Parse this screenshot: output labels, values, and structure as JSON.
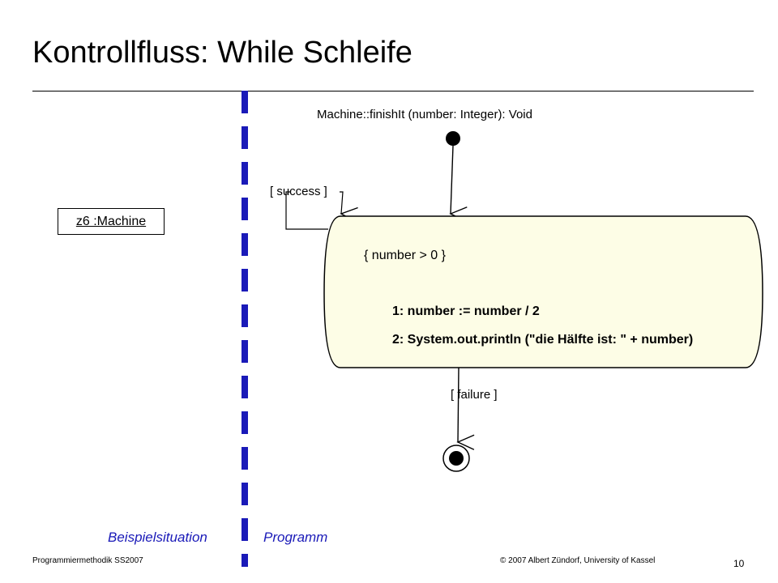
{
  "slide": {
    "title": "Kontrollfluss: While Schleife",
    "object_label": "z6 :Machine",
    "left_section": "Beispielsituation",
    "right_section": "Programm",
    "footer_left": "Programmiermethodik SS2007",
    "footer_right": "© 2007 Albert Zündorf, University of Kassel",
    "page_number": "10"
  },
  "diagram": {
    "method_signature": "Machine::finishIt (number: Integer): Void",
    "loop_guard": "[ success ]",
    "condition": "{ number > 0 }",
    "statement_1": "1: number := number / 2",
    "statement_2": "2: System.out.println (\"die Hälfte ist: \" +  number)",
    "exit_guard": "[ failure ]"
  },
  "colors": {
    "divider": "#1a1ab8",
    "activity_fill": "#fdfde6"
  }
}
